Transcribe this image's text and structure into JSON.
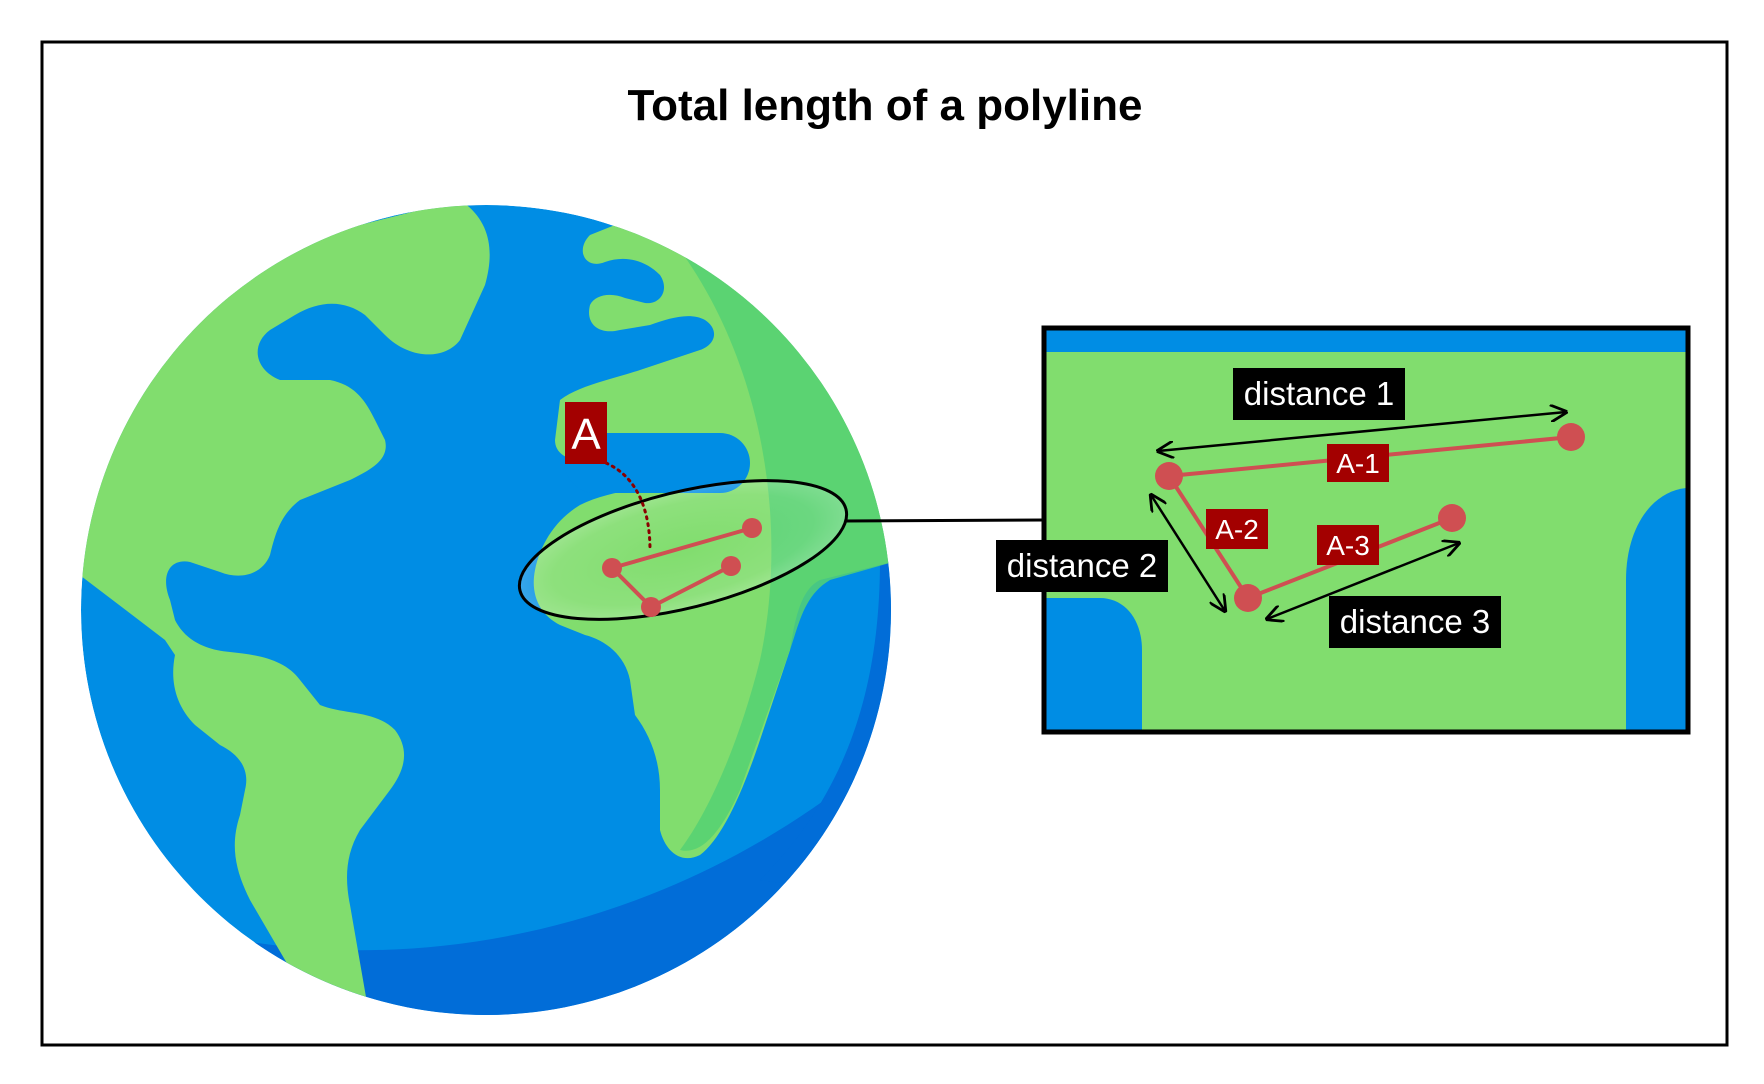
{
  "title": "Total length of a polyline",
  "globe_marker": "A",
  "segments": [
    "A-1",
    "A-2",
    "A-3"
  ],
  "distances": [
    "distance 1",
    "distance 2",
    "distance 3"
  ],
  "colors": {
    "ocean": "#008de4",
    "ocean_shadow": "#016dd8",
    "land": "#81dd6e",
    "land_shadow": "#55d173",
    "polyline": "#cf4f52",
    "tag_background": "#a30000",
    "label_background": "#000000",
    "frame": "#000000"
  }
}
